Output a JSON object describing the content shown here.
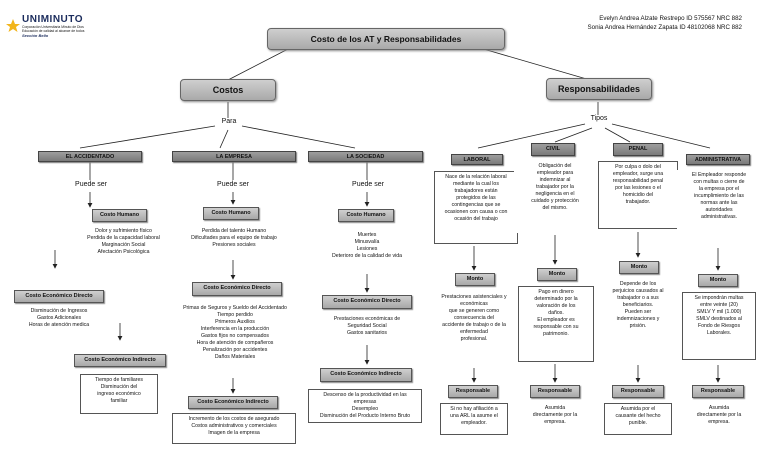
{
  "logo": {
    "name": "UNIMINUTO",
    "line1": "Corporación Universitaria Minuto de Dios",
    "line2": "Educación de calidad al alcance de todos",
    "line3": "Sección Bello"
  },
  "credits": [
    "Evelyn Andrea Alzate Restrepo ID 575567 NRC 882",
    "Sonia Andrea Hernández Zapata ID 48102068 NRC 882"
  ],
  "title": "Costo de los AT y Responsabilidades",
  "costos": {
    "label": "Costos",
    "connector": "Para",
    "puede_ser": "Puede ser",
    "accidentado": {
      "header": "EL ACCIDENTADO",
      "humano_title": "Costo Humano",
      "humano_text": "Dolor y sufrimiento físico\nPerdida de la capacidad laboral\nMarginación Social\nAfectación Psicológica",
      "directo_title": "Costo Económico Directo",
      "directo_text": "Disminución de Ingresos\nGastos Adicionales\nHoras de atención medica",
      "indirecto_title": "Costo Económico Indirecto",
      "indirecto_text": "Tiempo de familiares\nDisminución del\ningreso económico\nfamiliar"
    },
    "empresa": {
      "header": "LA EMPRESA",
      "humano_title": "Costo Humano",
      "humano_text": "Perdida del talento Humano\nDificultades para el equipo de trabajo\nPresiones sociales",
      "directo_title": "Costo Económico Directo",
      "directo_text": "Primas de Seguros y Sueldo del Accidentado\nTiempo perdido\nPrimeros Auxilios\nInterferencia en la producción\nGastos fijos no compensados\nHora de atención de compañeros\nPenalización por accidentes\nDaños Materiales",
      "indirecto_title": "Costo Económico Indirecto",
      "indirecto_text": "Incremento de los costos de asegurado\nCostos administrativos y comerciales\nImagen de la empresa"
    },
    "sociedad": {
      "header": "LA SOCIEDAD",
      "humano_title": "Costo Humano",
      "humano_text": "Muertes\nMinusvalía\nLesiones\nDeterioro de la calidad de vida",
      "directo_title": "Costo Económico Directo",
      "directo_text": "Prestaciones económicas de\nSeguridad Social\nGastos sanitarios",
      "indirecto_title": "Costo Económico Indirecto",
      "indirecto_text": "Descenso de la productividad en las\nempresas\nDesempleo\nDisminución del Producto Interno Bruto"
    }
  },
  "responsabilidades": {
    "label": "Responsabilidades",
    "connector": "Tipos",
    "monto_label": "Monto",
    "responsable_label": "Responsable",
    "laboral": {
      "header": "LABORAL",
      "desc": "Nace de la relación laboral\nmediante la cual los\ntrabajadores están\nprotegidos de las\ncontingencias que se\nocasionen con causa o con\nocasión del trabajo",
      "monto": "Prestaciones asistenciales y\neconómicas\nque se generen como\nconsecuencia del\naccidente de trabajo o de la\nenfermedad\nprofesional.",
      "responsable": "Si no hay afiliación a\nuna ARL la asume el\nempleador."
    },
    "civil": {
      "header": "CIVIL",
      "desc": "Obligación del\nempleador para\nindemnizar al\ntrabajador por la\nnegligencia en el\ncuidado y protección\ndel mismo.",
      "monto": "Pago en dinero\ndeterminado por la\nvaloración de los\ndaños.\nEl empleador es\nresponsable con su\npatrimonio.",
      "responsable": "Asumida\ndirectamente por la\nempresa."
    },
    "penal": {
      "header": "PENAL",
      "desc": "Por culpa o dolo del\nempleador, surge una\nresponsabilidad penal\npor las lesiones o el\nhomicidio del\ntrabajador.",
      "monto": "Depende de los\nperjuicios causados al\ntrabajador o a sus\nbeneficiarios.\nPueden ser\nindemnizaciones y\nprisión.",
      "responsable": "Asumida por el\ncausante del hecho\npunible."
    },
    "administrativa": {
      "header": "ADMINISTRATIVA",
      "desc": "El Empleador responde\ncon multas o cierre de\nla empresa por el\nincumplimiento de las\nnormas ante las\nautoridades\nadministrativas.",
      "monto": "Se impondrán multas\nentre veinte (20)\nSMLV Y mil (1.000)\nSMLV destinados al\nFondo de Riesgos\nLaborales.",
      "responsable": "Asumida\ndirectamente por la\nempresa."
    }
  },
  "colors": {
    "header": "#8a8a8a",
    "title": "#bdbdbd",
    "line": "#222222",
    "logo_accent": "#f2b51c"
  }
}
